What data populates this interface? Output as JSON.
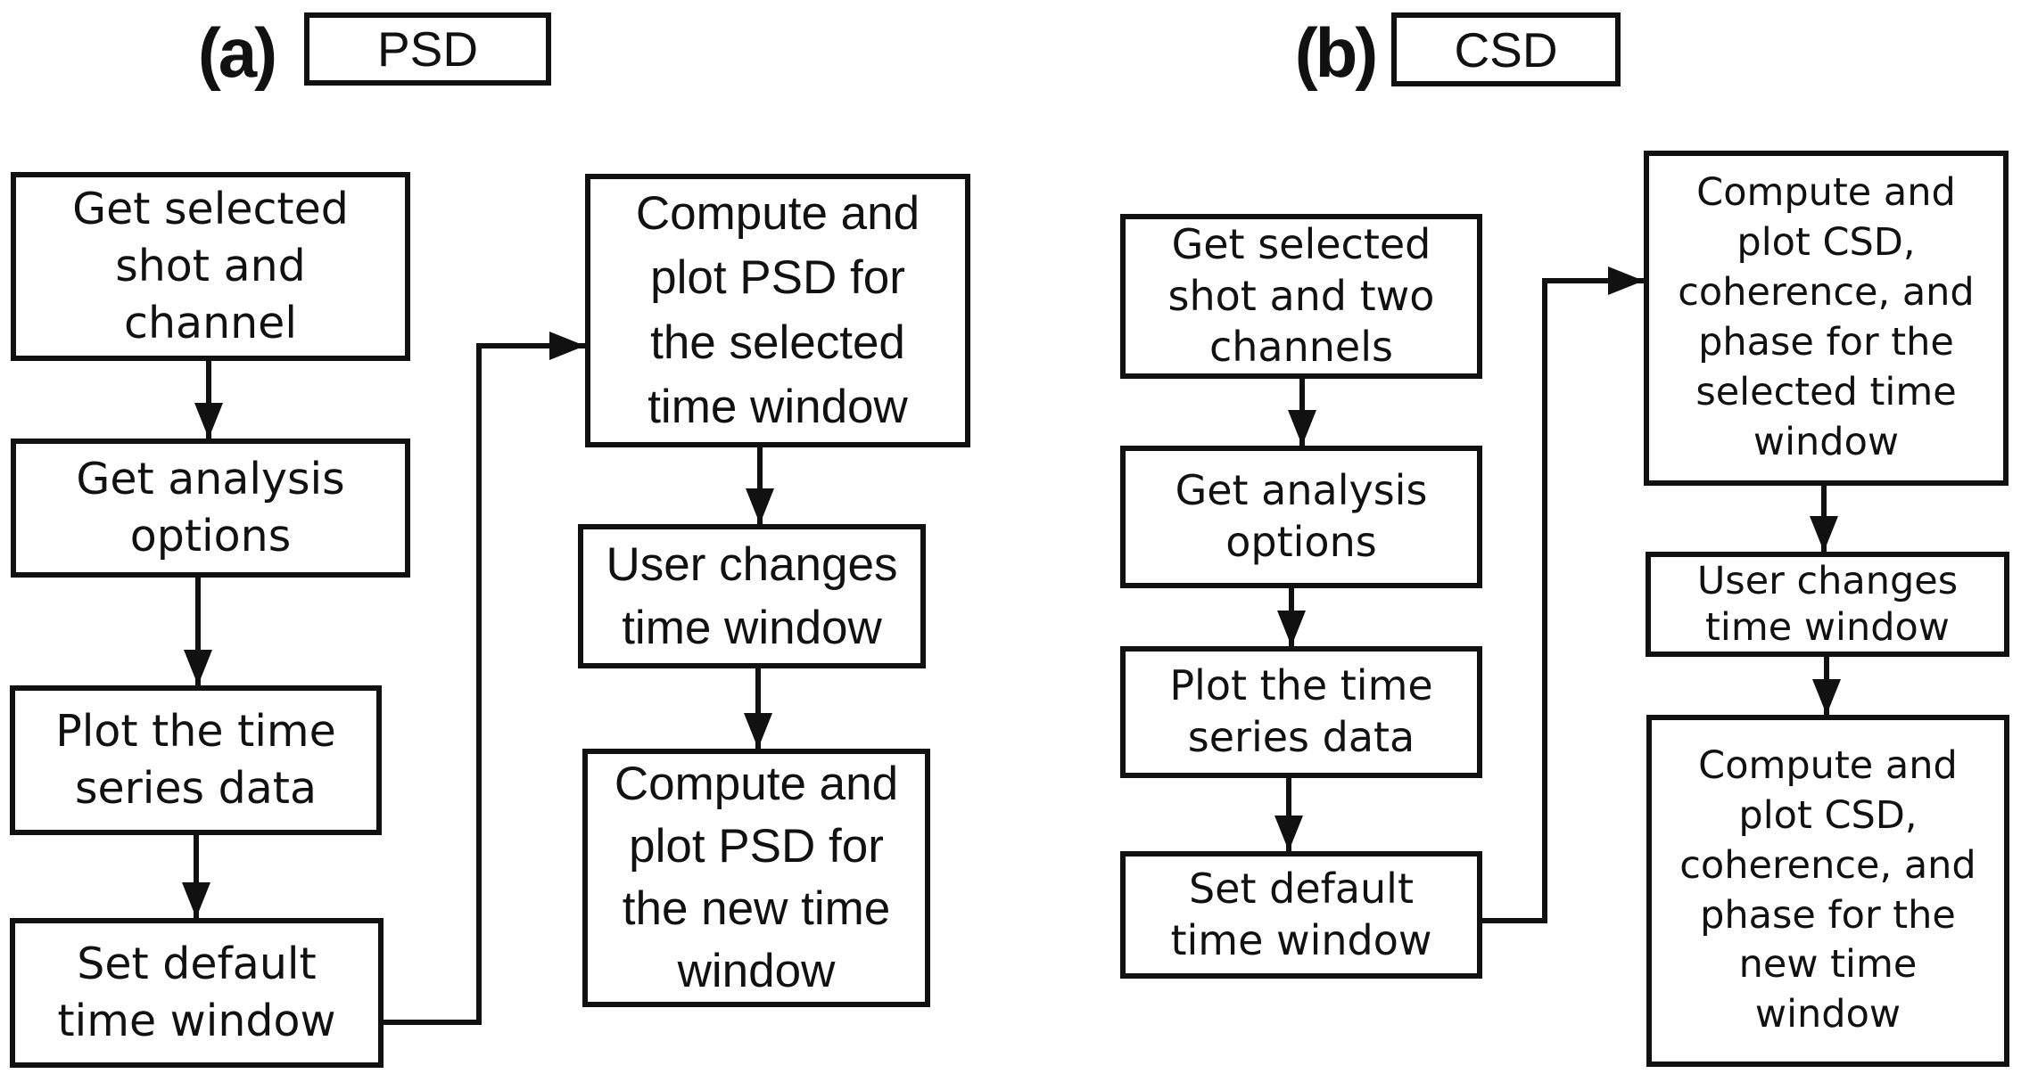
{
  "colors": {
    "ink": "#111111",
    "paper": "#ffffff"
  },
  "panel_a": {
    "label": "(a)",
    "title": "PSD",
    "nodes": {
      "get_shot": "Get selected\nshot and\nchannel",
      "get_options": "Get analysis\noptions",
      "plot_series": "Plot the time\nseries data",
      "set_window": "Set default\ntime window",
      "compute_selected": "Compute and\nplot PSD for\nthe selected\ntime window",
      "user_changes": "User changes\ntime window",
      "compute_new": "Compute and\nplot PSD for\nthe new time\nwindow"
    }
  },
  "panel_b": {
    "label": "(b)",
    "title": "CSD",
    "nodes": {
      "get_shot": "Get selected\nshot and two\nchannels",
      "get_options": "Get analysis\noptions",
      "plot_series": "Plot the time\nseries data",
      "set_window": "Set default\ntime window",
      "compute_selected": "Compute and\nplot CSD,\ncoherence, and\nphase for the\nselected time\nwindow",
      "user_changes": "User changes\ntime window",
      "compute_new": "Compute and\nplot CSD,\ncoherence, and\nphase for the\nnew time\nwindow"
    }
  }
}
